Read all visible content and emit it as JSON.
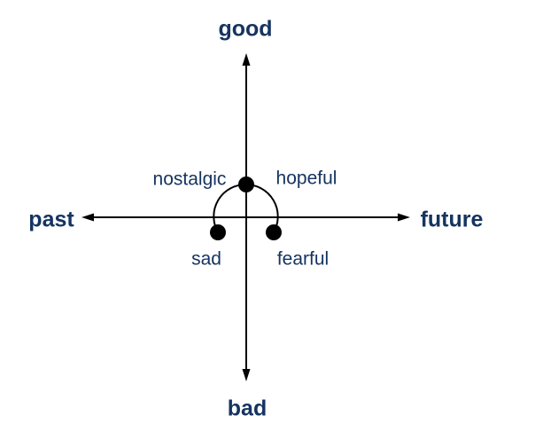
{
  "diagram": {
    "title": "emotion time-valence quadrant diagram",
    "axis_labels": {
      "top": "good",
      "bottom": "bad",
      "left": "past",
      "right": "future"
    },
    "quadrant_labels": {
      "upper_left": "nostalgic",
      "upper_right": "hopeful",
      "lower_left": "sad",
      "lower_right": "fearful"
    },
    "points": [
      {
        "name": "apex-dot",
        "meaning": "between nostalgic and hopeful, on good axis"
      },
      {
        "name": "lower-left-dot",
        "meaning": "sad (past + bad)"
      },
      {
        "name": "lower-right-dot",
        "meaning": "fearful (future + bad)"
      }
    ],
    "colors": {
      "label_text": "#163460",
      "line": "#000000",
      "dot": "#000000",
      "background": "#ffffff"
    }
  }
}
